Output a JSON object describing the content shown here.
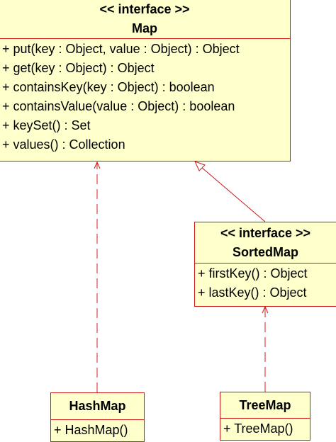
{
  "colors": {
    "border": "#d01818",
    "fill": "#ffffcc",
    "text": "#000000"
  },
  "classes": {
    "map": {
      "stereotype": "<< interface >>",
      "name": "Map",
      "operations": [
        "+ put(key : Object, value : Object) : Object",
        "+ get(key : Object) : Object",
        "+ containsKey(key : Object) : boolean",
        "+ containsValue(value : Object) : boolean",
        "+ keySet() : Set",
        "+ values() : Collection"
      ]
    },
    "sorted_map": {
      "stereotype": "<< interface >>",
      "name": "SortedMap",
      "operations": [
        "+ firstKey() : Object",
        "+ lastKey() : Object"
      ]
    },
    "hash_map": {
      "name": "HashMap",
      "operations": [
        "+ HashMap()"
      ]
    },
    "tree_map": {
      "name": "TreeMap",
      "operations": [
        "+ TreeMap()"
      ]
    }
  },
  "relations": [
    {
      "from": "hash_map",
      "to": "map",
      "kind": "realization"
    },
    {
      "from": "sorted_map",
      "to": "map",
      "kind": "generalization"
    },
    {
      "from": "tree_map",
      "to": "sorted_map",
      "kind": "realization"
    }
  ]
}
